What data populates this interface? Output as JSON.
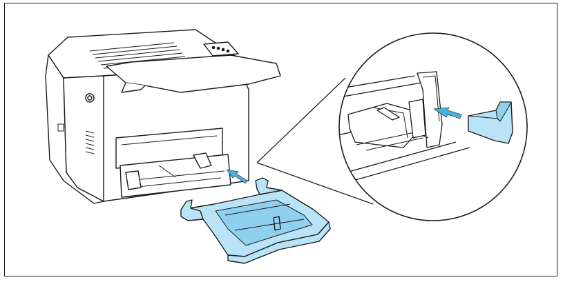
{
  "figure": {
    "background": "#ffffff",
    "line_color": "#1a1a1a",
    "part_fill": "#b9e4f7",
    "part_shade": "#8fd0ee",
    "arrow_color": "#43b3e3",
    "icons": [
      "printer-illustration",
      "paper-tray",
      "insert-arrow",
      "magnified-detail",
      "guide-rail-part"
    ]
  }
}
